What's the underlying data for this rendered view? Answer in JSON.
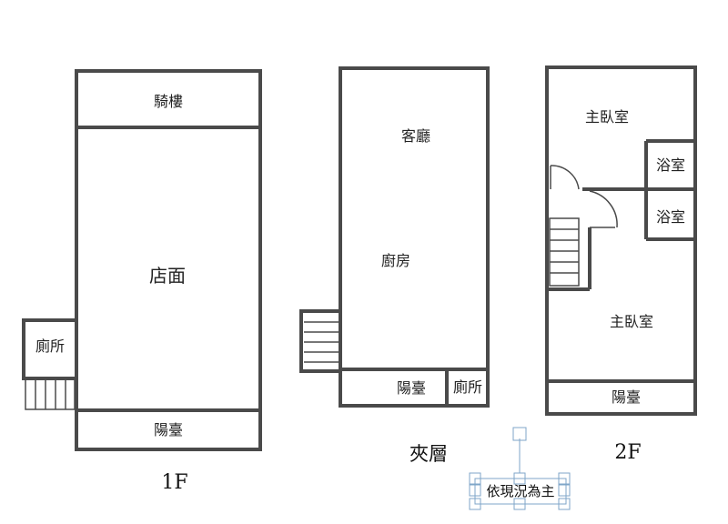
{
  "floors": {
    "f1": {
      "name": "1F",
      "rooms": {
        "arcade": "騎樓",
        "shop": "店面",
        "toilet": "廁所",
        "balcony": "陽臺"
      }
    },
    "mezz": {
      "name": "夾層",
      "rooms": {
        "living": "客廳",
        "kitchen": "廚房",
        "balcony": "陽臺",
        "toilet": "廁所"
      }
    },
    "f2": {
      "name": "2F",
      "rooms": {
        "master_top": "主臥室",
        "bath_1": "浴室",
        "bath_2": "浴室",
        "master_bottom": "主臥室",
        "balcony": "陽臺"
      }
    }
  },
  "note": {
    "text": "依現況為主"
  }
}
